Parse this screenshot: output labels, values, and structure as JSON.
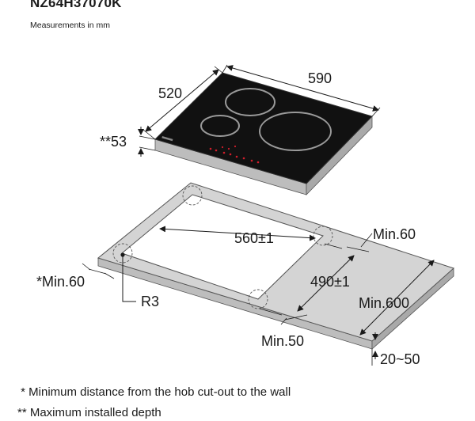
{
  "header": {
    "model": "NZ64H37070K",
    "units": "Measurements in mm"
  },
  "dimensions": {
    "hob_depth": "520",
    "hob_width": "590",
    "hob_height": "**53",
    "cutout_width": "560±1",
    "cutout_depth": "490±1",
    "min_back": "Min.60",
    "min_side": "*Min.60",
    "corner_radius": "R3",
    "min_front": "Min.50",
    "min_worktop": "Min.600",
    "worktop_thickness": "20~50"
  },
  "notes": [
    " * Minimum distance from the hob cut-out to the wall",
    "** Maximum installed depth"
  ],
  "colors": {
    "glass": "#111111",
    "frame": "#c8c8c8",
    "worktop": "#d4d4d4",
    "burner_ring": "#9a9a9a",
    "controls": "#d21e2b"
  }
}
